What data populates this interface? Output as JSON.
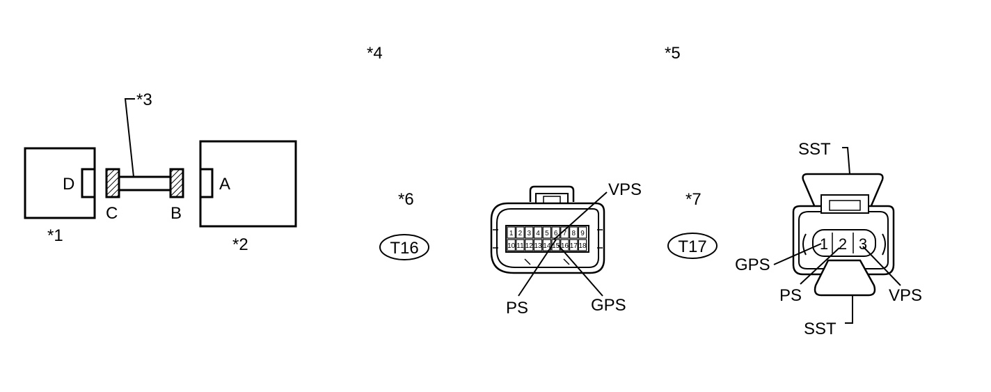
{
  "callouts": {
    "c1": "*1",
    "c2": "*2",
    "c3": "*3",
    "c4": "*4",
    "c5": "*5",
    "c6": "*6",
    "c7": "*7"
  },
  "ports": {
    "d": "D",
    "a": "A",
    "c": "C",
    "b": "B"
  },
  "badges": {
    "t16": "T16",
    "t17": "T17"
  },
  "connector_t16": {
    "pins_top": [
      "1",
      "2",
      "3",
      "4",
      "5",
      "6",
      "7",
      "8",
      "9"
    ],
    "pins_bottom": [
      "10",
      "11",
      "12",
      "13",
      "14",
      "15",
      "16",
      "17",
      "18"
    ],
    "labels": {
      "vps": "VPS",
      "ps": "PS",
      "gps": "GPS"
    }
  },
  "connector_t17": {
    "pins": [
      "1",
      "2",
      "3"
    ],
    "labels": {
      "sst_top": "SST",
      "sst_bottom": "SST",
      "gps": "GPS",
      "ps": "PS",
      "vps": "VPS"
    }
  }
}
